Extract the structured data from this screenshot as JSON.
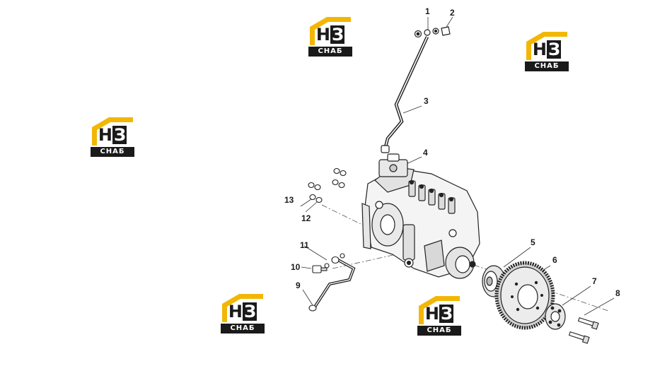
{
  "watermark": {
    "mark_letters": [
      "Н",
      "З"
    ],
    "sub_text": "СНАБ",
    "accent_color": "#f2b705",
    "dark_color": "#1a1a1a"
  },
  "callouts": {
    "c1": "1",
    "c2": "2",
    "c3": "3",
    "c4": "4",
    "c5": "5",
    "c6": "6",
    "c7": "7",
    "c8": "8",
    "c9": "9",
    "c10": "10",
    "c11": "11",
    "c12": "12",
    "c13": "13"
  }
}
